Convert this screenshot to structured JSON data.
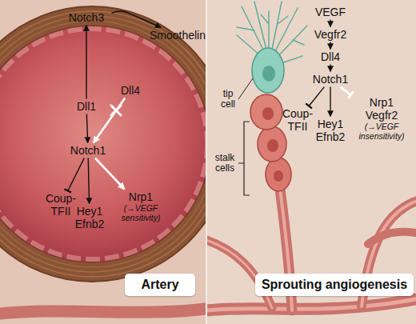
{
  "diagram": {
    "nodes": [
      {
        "text": [
          "Notch3"
        ]
      },
      {
        "text": [
          "Smoothelin"
        ]
      },
      {
        "text": [
          "Dll1"
        ]
      },
      {
        "text": [
          "Dll4"
        ]
      },
      {
        "text": [
          "Notch1"
        ]
      },
      {
        "text": [
          "Coup-TFII"
        ]
      },
      {
        "text": [
          "Nrp1",
          "(→VEGF sensitivity)"
        ]
      },
      {
        "text": [
          "Hey1",
          "Efnb2"
        ]
      },
      {
        "text": [
          "Artery"
        ]
      },
      {
        "text": [
          "VEGF"
        ]
      },
      {
        "text": [
          "Vegfr2"
        ]
      },
      {
        "text": [
          "Dll4"
        ]
      },
      {
        "text": [
          "Notch1"
        ]
      },
      {
        "text": [
          "Coup-TFII"
        ]
      },
      {
        "text": [
          "Hey1",
          "Efnb2"
        ]
      },
      {
        "text": [
          "Nrp1",
          "Vegfr2",
          "(→VEGF insensitivity)"
        ]
      },
      {
        "text": [
          "Sprouting angiogenesis"
        ]
      }
    ],
    "edges": [
      {
        "from": 2,
        "to": 0,
        "arrow": "to"
      },
      {
        "from": 0,
        "to": 1,
        "arrow": "to"
      },
      {
        "from": 2,
        "to": 4,
        "arrow": "to"
      },
      {
        "from": 3,
        "to": 4,
        "arrow": "to"
      },
      {
        "from": 4,
        "to": 5,
        "arrow": "to"
      },
      {
        "from": 4,
        "to": 6,
        "arrow": "to"
      },
      {
        "from": 4,
        "to": 7,
        "arrow": "to"
      },
      {
        "from": 9,
        "to": 10,
        "arrow": "to"
      },
      {
        "from": 10,
        "to": 11,
        "arrow": "to"
      },
      {
        "from": 11,
        "to": 12,
        "arrow": "to"
      },
      {
        "from": 12,
        "to": 13,
        "arrow": "to"
      },
      {
        "from": 12,
        "to": 14,
        "arrow": "to"
      },
      {
        "from": 12,
        "to": 15,
        "arrow": "to"
      }
    ],
    "labels": [
      "tip cell",
      "stalk cells"
    ]
  }
}
